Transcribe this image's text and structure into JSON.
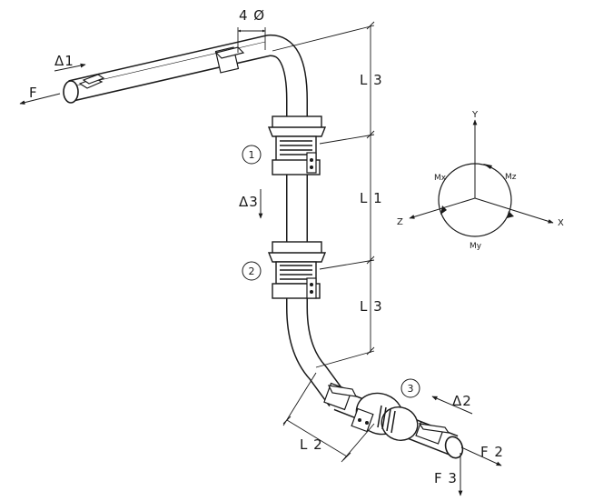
{
  "labels": {
    "diameter": "4 Ø",
    "delta1": "Δ1",
    "force_f": "F",
    "delta3": "Δ3",
    "l3_top": "L 3",
    "l1": "L 1",
    "l3_bottom": "L 3",
    "l2": "L 2",
    "delta2": "Δ2",
    "force_f2": "F 2",
    "force_f3": "F 3"
  },
  "hangers": [
    "1",
    "2",
    "3"
  ],
  "axes": {
    "y": "Y",
    "x": "X",
    "z": "Z",
    "mx": "Mx",
    "my": "My",
    "mz": "Mz"
  }
}
